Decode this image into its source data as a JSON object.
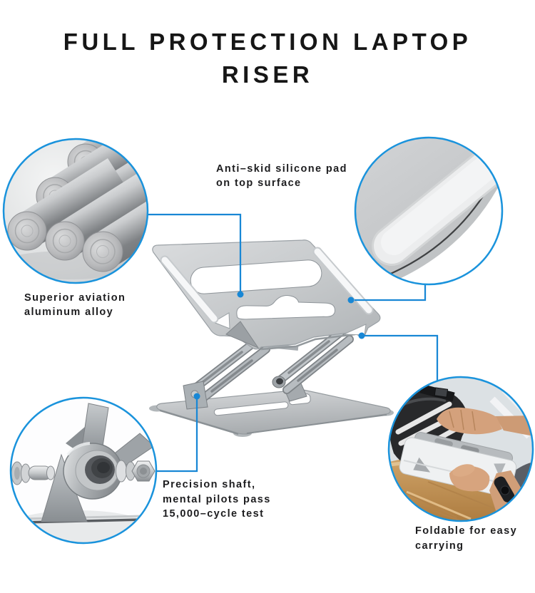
{
  "title": {
    "line1": "FULL PROTECTION LAPTOP",
    "line2": "RISER"
  },
  "callouts": {
    "anti_skid": {
      "lines": [
        "Anti–skid silicone pad",
        "on top surface"
      ]
    },
    "aluminum": {
      "lines": [
        "Superior aviation",
        "aluminum alloy"
      ]
    },
    "precision": {
      "lines": [
        "Precision shaft,",
        "mental pilots pass",
        "15,000–cycle test"
      ]
    },
    "foldable": {
      "lines": [
        "Foldable for easy",
        "carrying"
      ]
    }
  },
  "figures": {
    "center": "laptop-riser-stand-render",
    "top_left_bubble": "aluminum-alloy-rods-closeup",
    "top_right_bubble": "silicone-pad-closeup",
    "bottom_left_bubble": "precision-shaft-hinge-closeup",
    "bottom_right_bubble": "folding-into-backpack-photo"
  },
  "colors": {
    "background": "#ffffff",
    "accent_blue": "#1887d5",
    "bubble_ring_blue": "#1a93dc",
    "text_dark": "#1d1d1f",
    "metal_silver": "#c6c9cb"
  }
}
